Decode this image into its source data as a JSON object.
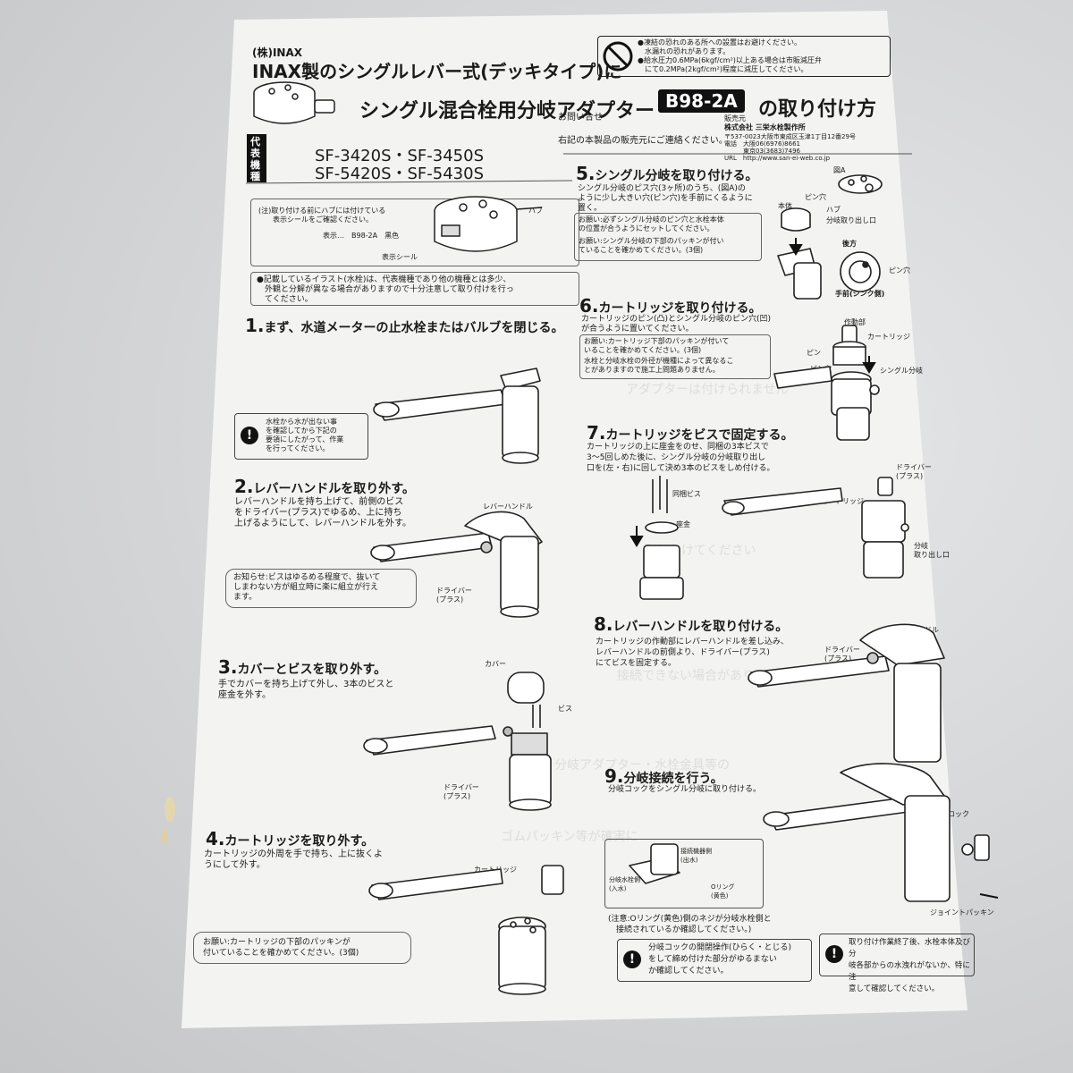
{
  "header": {
    "maker": "(株)INAX",
    "line1": "INAX製のシングルレバー式(デッキタイプ)に",
    "line2a": "シングル混合栓用分岐アダプター",
    "model_badge": "B98-2A",
    "line2b": "の取り付け方"
  },
  "caution_top": {
    "icon": "prohibited-icon",
    "lines": "●凍結の恐れのある所への設置はお避けください。\n　水漏れの恐れがあります。\n●給水圧力0.6MPa(6kgf/cm²)以上ある場合は市販減圧弁\n　にて0.2MPa(2kgf/cm²)程度に減圧してください。"
  },
  "models": {
    "label": "代表機種",
    "row1": "SF-3420S・SF-3450S",
    "row2": "SF-5420S・SF-5430S"
  },
  "contact": {
    "inquiry": "お問い合せ",
    "note": "右記の本製品の販売元にご連絡ください。",
    "seller_label": "販売元",
    "company": "株式会社 三栄水栓製作所",
    "address": "〒537-0023大阪市東成区玉津1丁目12番29号",
    "tel1": "電話　大阪06(6976)8661",
    "tel2": "　　　東京03(3683)7496",
    "url": "URL　http://www.san-ei-web.co.jp"
  },
  "label_box": {
    "note": "(注)取り付ける前にハブには付けている\n　　表示シールをご確認ください。",
    "display": "表示…　B98-2A　黒色",
    "hub": "ハブ",
    "seal": "表示シール"
  },
  "illustration_note": "●記載しているイラスト(水栓)は、代表機種であり他の機種とは多少、\n　外観と分解が異なる場合がありますので十分注意して取り付けを行っ\n　てください。",
  "steps": {
    "s1": {
      "num": "1.",
      "title": "まず、水道メーターの止水栓またはバルブを閉じる。",
      "warn": "水栓から水が出ない事\nを確認してから下記の\n要領にしたがって、作業\nを行ってください。"
    },
    "s2": {
      "num": "2.",
      "title": "レバーハンドルを取り外す。",
      "desc": "レバーハンドルを持ち上げて、前側のビス\nをドライバー(プラス)でゆるめ、上に持ち\n上げるようにして、レバーハンドルを外す。",
      "note": "お知らせ:ビスはゆるめる程度で、抜いて\nしまわない方が組立時に楽に組立が行え\nます。",
      "lbl_lever": "レバーハンドル",
      "lbl_driver": "ドライバー\n(プラス)"
    },
    "s3": {
      "num": "3.",
      "title": "カバーとビスを取り外す。",
      "desc": "手でカバーを持ち上げて外し、3本のビスと\n座金を外す。",
      "lbl_cover": "カバー",
      "lbl_screw": "ビス",
      "lbl_driver": "ドライバー\n(プラス)"
    },
    "s4": {
      "num": "4.",
      "title": "カートリッジを取り外す。",
      "desc": "カートリッジの外周を手で持ち、上に抜くよ\nうにして外す。",
      "lbl_cart": "カートリッジ",
      "note": "お願い:カートリッジの下部のパッキンが\n付いていることを確かめてください。(3個)"
    },
    "s5": {
      "num": "5.",
      "title": "シングル分岐を取り付ける。",
      "desc": "シングル分岐のピス穴(3ヶ所)のうち、(図A)の\nように少し大きい穴(ピン穴)を手前にくるように\n置く。",
      "note1": "お願い:必ずシングル分岐のピン穴と水栓本体\nの位置が合うようにセットしてください。",
      "note2": "お願い:シングル分岐の下部のパッキンが付い\nていることを確かめてください。(3個)",
      "lbl_figA": "図A",
      "lbl_pin": "ピン穴",
      "lbl_body": "本体",
      "lbl_hub": "ハブ",
      "lbl_outlet": "分岐取り出し口",
      "lbl_back": "後方",
      "lbl_pin2": "ピン穴",
      "lbl_front": "手前(シンク側)"
    },
    "s6": {
      "num": "6.",
      "title": "カートリッジを取り付ける。",
      "desc": "カートリッジのピン(凸)とシングル分岐のピン穴(凹)\nが合うように置いてください。",
      "note1": "お願い:カートリッジ下部のパッキンが付いて\nいることを確かめてください。(3個)",
      "note2": "水栓と分岐水栓の外径が機種によって異なるこ\nとがありますので施工上問題ありません。",
      "lbl_act": "作動部",
      "lbl_cart": "カートリッジ",
      "lbl_pin": "ピン",
      "lbl_pinhole": "ピン穴",
      "lbl_single": "シングル分岐"
    },
    "s7": {
      "num": "7.",
      "title": "カートリッジをビスで固定する。",
      "desc": "カートリッジの上に座金をのせ、同梱の3本ビスで\n3〜5回しめた後に、シングル分岐の分岐取り出し\n口を(左・右)に回して決め3本のビスをしめ付ける。",
      "lbl_screw": "同梱ビス",
      "lbl_washer": "座金",
      "lbl_driver": "ドライバー\n(プラス)",
      "lbl_cart": "カートリッジ",
      "lbl_outlet": "分岐\n取り出し口"
    },
    "s8": {
      "num": "8.",
      "title": "レバーハンドルを取り付ける。",
      "desc": "カートリッジの作動部にレバーハンドルを差し込み、\nレバーハンドルの前側より、ドライバー(プラス)\nにてビスを固定する。",
      "lbl_lever": "レバーハンドル",
      "lbl_driver": "ドライバー\n(プラス)"
    },
    "s9": {
      "num": "9.",
      "title": "分岐接続を行う。",
      "desc": "分岐コックをシングル分岐に取り付ける。",
      "lbl_cock": "分岐コック",
      "lbl_joint": "ジョイントパッキン",
      "lbl_conn": "接続機器側\n(出水)",
      "lbl_inlet": "分岐水栓側\n(入水)",
      "lbl_oring": "Oリング\n(黄色)",
      "note": "(注意:Oリング(黄色)側のネジが分岐水栓側と\n　接続されているか確認してください。)",
      "warn1": "分岐コックの開閉操作(ひらく・とじる)\nをして締め付けた部分がゆるまない\nか確認してください。",
      "warn2": "取り付け作業終了後、水栓本体及び分\n岐各部からの水洩れがないか、特に注\n意して確認してください。"
    }
  }
}
